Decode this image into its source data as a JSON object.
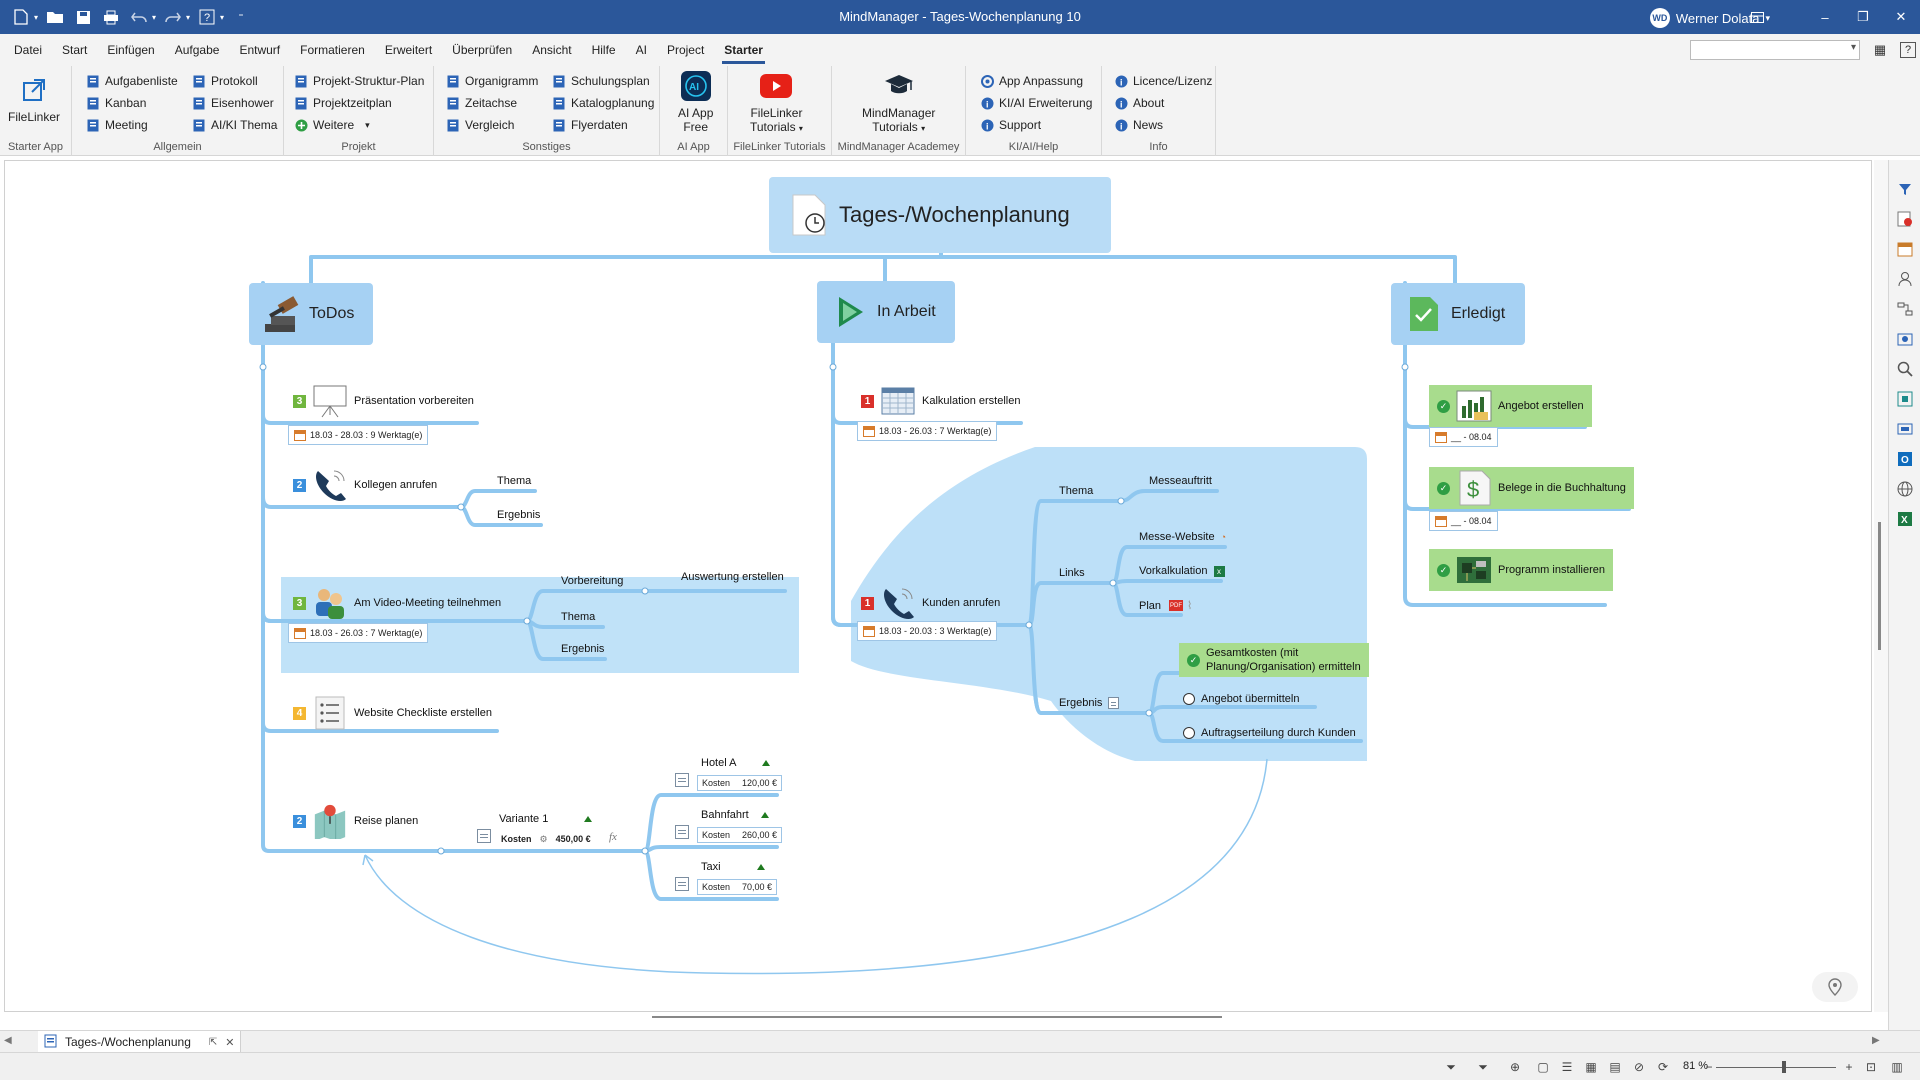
{
  "app": {
    "window_title": "MindManager - Tages-Wochenplanung 10",
    "user_name": "Werner Dolata",
    "user_initials": "WD"
  },
  "menu": {
    "tabs": [
      {
        "label": "Datei"
      },
      {
        "label": "Start"
      },
      {
        "label": "Einfügen"
      },
      {
        "label": "Aufgabe"
      },
      {
        "label": "Entwurf"
      },
      {
        "label": "Formatieren"
      },
      {
        "label": "Erweitert"
      },
      {
        "label": "Überprüfen"
      },
      {
        "label": "Ansicht"
      },
      {
        "label": "Hilfe"
      },
      {
        "label": "AI"
      },
      {
        "label": "Project"
      },
      {
        "label": "Starter"
      }
    ],
    "active": "Starter"
  },
  "ribbon": {
    "starter_app": {
      "label": "Starter App",
      "filelinker": "FileLinker"
    },
    "allgemein": {
      "label": "Allgemein",
      "items": [
        "Aufgabenliste",
        "Kanban",
        "Meeting",
        "Protokoll",
        "Eisenhower",
        "AI/KI Thema"
      ]
    },
    "projekt": {
      "label": "Projekt",
      "items": [
        "Projekt-Struktur-Plan",
        "Projektzeitplan",
        "Weitere"
      ]
    },
    "sonstiges": {
      "label": "Sonstiges",
      "items": [
        "Organigramm",
        "Zeitachse",
        "Vergleich",
        "Schulungsplan",
        "Katalogplanung",
        "Flyerdaten"
      ]
    },
    "ai_app": {
      "label": "AI App",
      "button_line1": "AI App",
      "button_line2": "Free"
    },
    "filelinker_tutorials": {
      "label": "FileLinker Tutorials",
      "button_line1": "FileLinker",
      "button_line2": "Tutorials"
    },
    "academy": {
      "label": "MindManager Academey",
      "button_line1": "MindManager",
      "button_line2": "Tutorials"
    },
    "kiaihelp": {
      "label": "KI/AI/Help",
      "items": [
        "App Anpassung",
        "KI/AI Erweiterung",
        "Support"
      ]
    },
    "info": {
      "label": "Info",
      "items": [
        "Licence/Lizenz",
        "About",
        "News"
      ]
    }
  },
  "map": {
    "central": "Tages-/Wochenplanung",
    "todos": {
      "label": "ToDos",
      "praesentation": {
        "priority": "3",
        "label": "Präsentation vorbereiten",
        "date": "18.03 - 28.03 : 9 Werktag(e)"
      },
      "kollegen": {
        "priority": "2",
        "label": "Kollegen anrufen",
        "sub": [
          "Thema",
          "Ergebnis"
        ]
      },
      "video": {
        "priority": "3",
        "label": "Am Video-Meeting teilnehmen",
        "date": "18.03 - 26.03 : 7 Werktag(e)",
        "sub": [
          "Vorbereitung",
          "Thema",
          "Ergebnis"
        ],
        "subsub": "Auswertung erstellen"
      },
      "website": {
        "priority": "4",
        "label": "Website Checkliste erstellen"
      },
      "reise": {
        "priority": "2",
        "label": "Reise planen",
        "variante": {
          "label": "Variante 1",
          "cost_label": "Kosten",
          "cost_value": "450,00 €",
          "fx": "fx"
        },
        "options": [
          {
            "label": "Hotel A",
            "cost_label": "Kosten",
            "cost_value": "120,00 €"
          },
          {
            "label": "Bahnfahrt",
            "cost_label": "Kosten",
            "cost_value": "260,00 €"
          },
          {
            "label": "Taxi",
            "cost_label": "Kosten",
            "cost_value": "70,00 €"
          }
        ]
      }
    },
    "inarbeit": {
      "label": "In Arbeit",
      "kalkulation": {
        "priority": "1",
        "label": "Kalkulation erstellen",
        "date": "18.03 - 26.03 : 7 Werktag(e)"
      },
      "kunden": {
        "priority": "1",
        "label": "Kunden anrufen",
        "date": "18.03 - 20.03 : 3 Werktag(e)",
        "thema": "Thema",
        "messe": "Messeauftritt",
        "links": "Links",
        "links_sub": [
          "Messe-Website",
          "Vorkalkulation",
          "Plan"
        ],
        "ergebnis": "Ergebnis",
        "ergebnis_done_line1": "Gesamtkosten (mit",
        "ergebnis_done_line2": "Planung/Organisation) ermitteln",
        "ergebnis_open": [
          "Angebot übermitteln",
          "Auftragserteilung durch Kunden"
        ]
      }
    },
    "erledigt": {
      "label": "Erledigt",
      "items": [
        {
          "label": "Angebot erstellen",
          "date": "__ - 08.04"
        },
        {
          "label": "Belege in die Buchhaltung",
          "date": "__ - 08.04"
        },
        {
          "label": "Programm installieren"
        }
      ]
    }
  },
  "doc_tab": {
    "label": "Tages-/Wochenplanung"
  },
  "status": {
    "zoom": "81 %"
  },
  "colors": {
    "titlebar": "#2b579a",
    "branch": "#8fc7ef",
    "category": "#a6d1f3",
    "done": "#a8dc8d"
  }
}
